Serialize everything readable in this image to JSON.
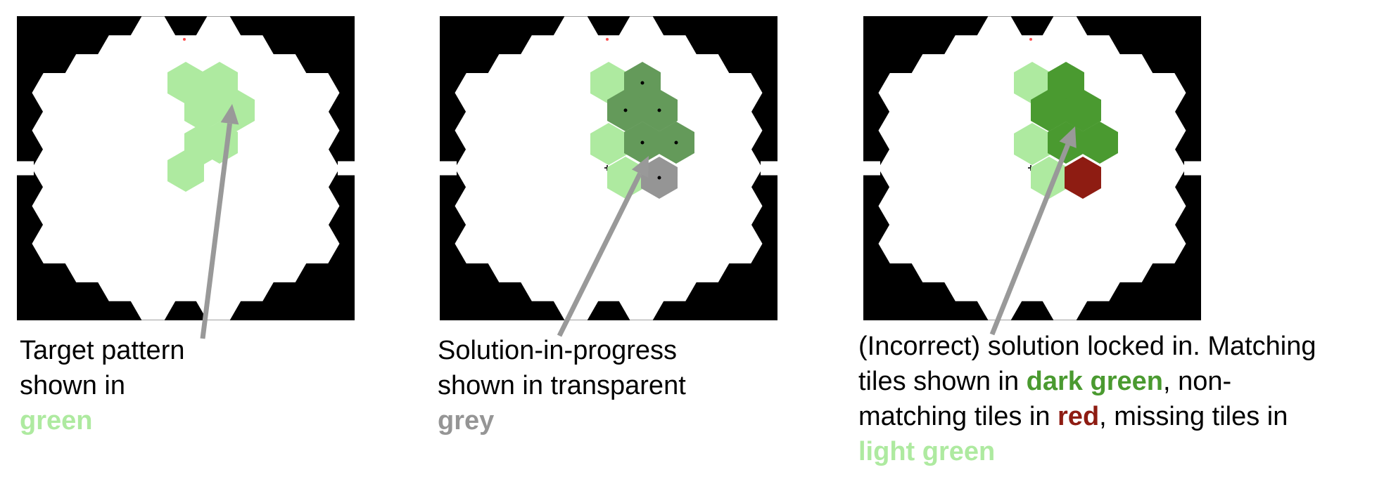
{
  "colors": {
    "background": "#000000",
    "arena": "#ffffff",
    "target_tile": "#aeeaa0",
    "progress_tile": "#649a5a",
    "progress_extra_tile": "#959595",
    "matching_tile": "#4a9a30",
    "nonmatching_tile": "#8e1c12",
    "missing_tile": "#aeeaa0",
    "arrow": "#999999",
    "fixation_cross": "#000000",
    "red_dot": "#ff4d4d"
  },
  "icons": {
    "fixation": "plus-cross-icon",
    "marker": "dot-icon",
    "pointer": "arrow-icon"
  },
  "panels": [
    {
      "name": "target-pattern",
      "caption": {
        "line1": "Target pattern",
        "line2": "shown in",
        "highlight": "green"
      }
    },
    {
      "name": "solution-in-progress",
      "caption": {
        "line1": "Solution-in-progress",
        "line2": "shown in transparent",
        "highlight": "grey"
      }
    },
    {
      "name": "incorrect-solution",
      "caption": {
        "line1": "(Incorrect) solution locked in. Matching",
        "line2_pre": "tiles shown in ",
        "line2_hl": "dark green",
        "line2_post": ", non-",
        "line3_pre": "matching tiles in ",
        "line3_hl": "red",
        "line3_post": ", missing tiles in",
        "line4_hl": "light green"
      }
    }
  ]
}
